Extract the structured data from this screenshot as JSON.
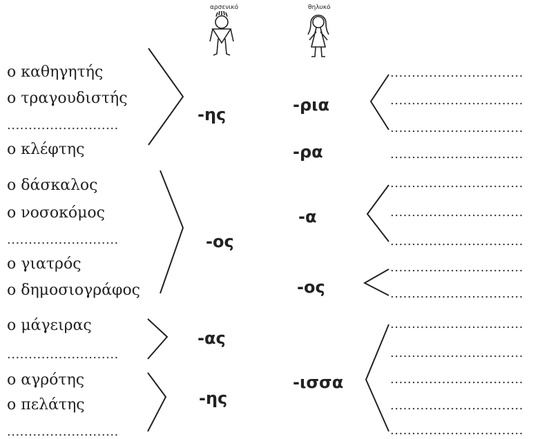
{
  "header": {
    "masculine_caption": "αρσενικό",
    "feminine_caption": "θηλυκό",
    "masculine_icon": "boy-figure-icon",
    "feminine_icon": "girl-figure-icon"
  },
  "blank": "..........................",
  "blank_right": "...............................",
  "left_words": [
    "ο καθηγητής",
    "ο τραγουδιστής",
    "ο κλέφτης",
    "ο δάσκαλος",
    "ο νοσοκόμος",
    "ο γιατρός",
    "ο δημοσιογράφος",
    "ο μάγειρας",
    "ο αγρότης",
    "ο πελάτης"
  ],
  "masc_suffixes": [
    "-ης",
    "-ος",
    "-ας",
    "-ης"
  ],
  "fem_suffixes": [
    "-ρια",
    "-ρα",
    "-α",
    "-ος",
    "-ισσα"
  ]
}
